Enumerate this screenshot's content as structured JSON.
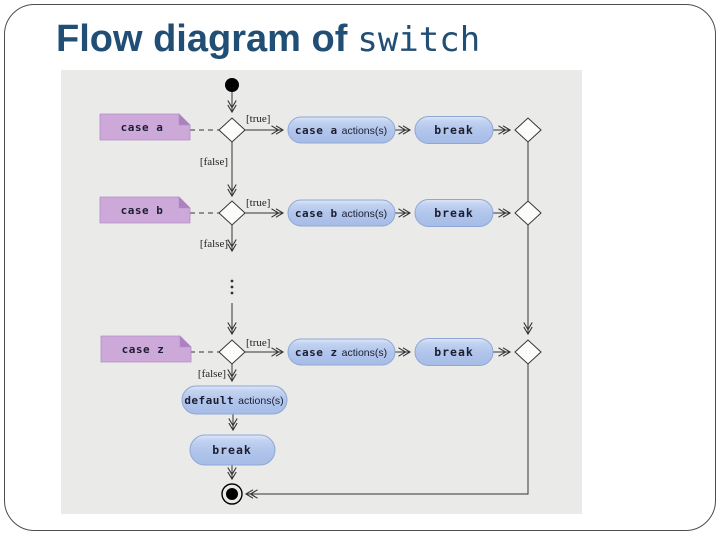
{
  "title": {
    "main": "Flow diagram of",
    "code": "switch"
  },
  "diagram": {
    "guards": {
      "true_label": "[true]",
      "false_label": "[false]"
    },
    "rows": [
      {
        "note": "case a",
        "action_code": "case a",
        "action_rest": "actions(s)",
        "break_label": "break"
      },
      {
        "note": "case b",
        "action_code": "case b",
        "action_rest": "actions(s)",
        "break_label": "break"
      },
      {
        "note": "case z",
        "action_code": "case z",
        "action_rest": "actions(s)",
        "break_label": "break"
      }
    ],
    "default_action": {
      "code": "default",
      "rest": "actions(s)"
    },
    "final_break": "break"
  },
  "colors": {
    "title_text": "#204E75",
    "panel_bg": "#EAEBE8",
    "note_fill": "#CDA9DA",
    "note_fold": "#AB82C0",
    "action_fill": "#B2C6EC",
    "action_border": "#8FA7D6",
    "line": "#333333"
  }
}
